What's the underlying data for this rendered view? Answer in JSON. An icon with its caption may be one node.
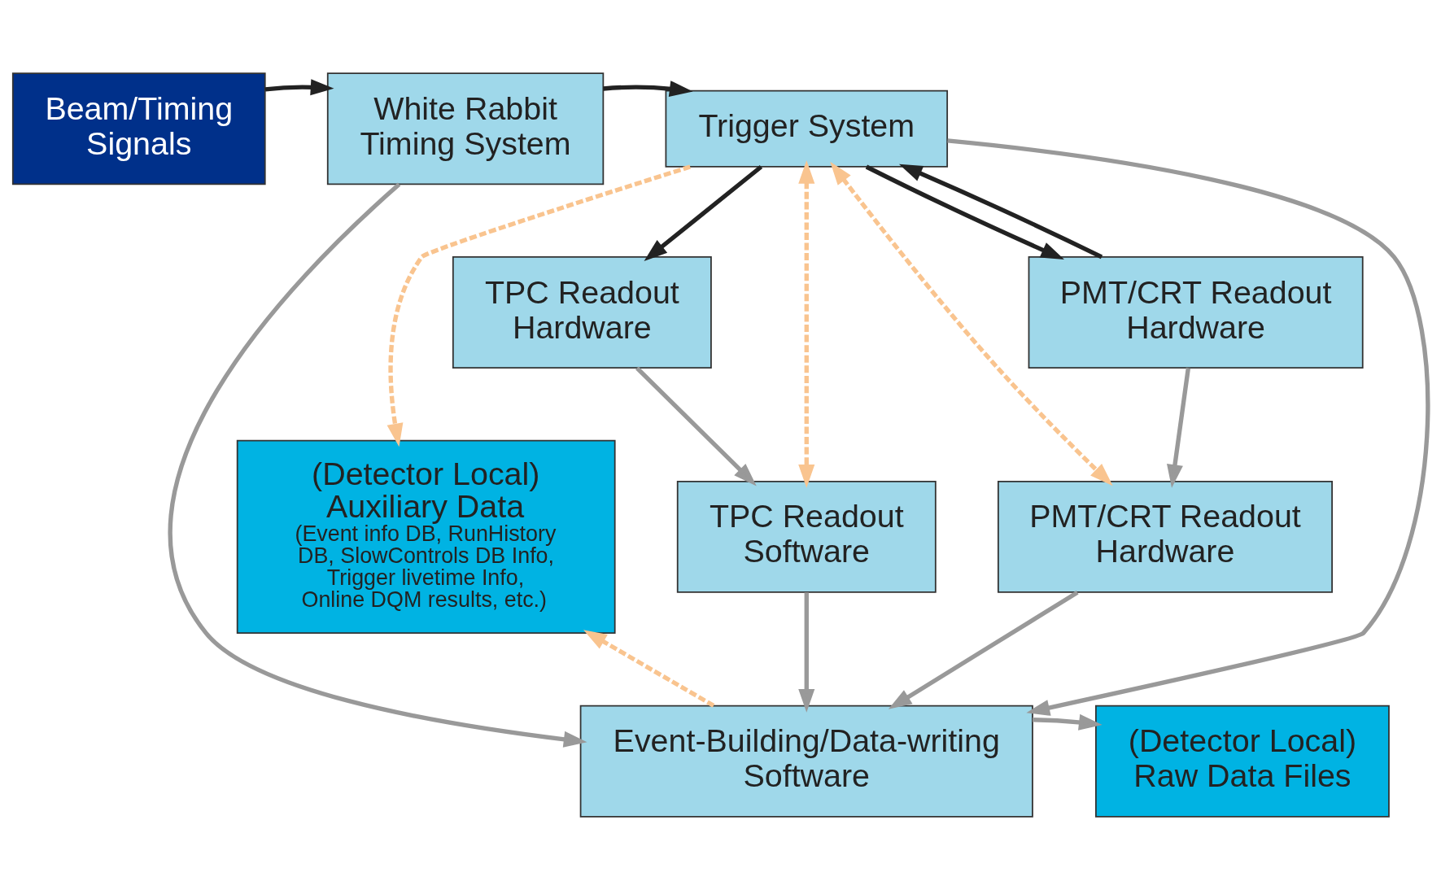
{
  "diagram": {
    "nodes": [
      {
        "text": [
          "Beam/Timing Signals"
        ]
      },
      {
        "text": [
          "White Rabbit Timing System"
        ]
      },
      {
        "text": [
          "Trigger System"
        ]
      },
      {
        "text": [
          "TPC Readout Hardware"
        ]
      },
      {
        "text": [
          "PMT/CRT Readout Hardware"
        ]
      },
      {
        "text": [
          "(Detector Local) Auxiliary Data",
          "(Event info DB, RunHistory DB, SlowControls DB Info, Trigger livetime Info, Online DQM results, etc.)"
        ]
      },
      {
        "text": [
          "TPC Readout Software"
        ]
      },
      {
        "text": [
          "PMT/CRT Readout Hardware"
        ]
      },
      {
        "text": [
          "Event-Building/Data-writing Software"
        ]
      },
      {
        "text": [
          "(Detector Local) Raw Data Files"
        ]
      }
    ],
    "edges": [
      {
        "from": 0,
        "to": 1,
        "arrow": "to",
        "color": "#222222"
      },
      {
        "from": 1,
        "to": 2,
        "arrow": "to",
        "color": "#222222"
      },
      {
        "from": 2,
        "to": 3,
        "arrow": "to",
        "color": "#222222"
      },
      {
        "from": 2,
        "to": 4,
        "arrow": "to",
        "color": "#222222"
      },
      {
        "from": 4,
        "to": 2,
        "arrow": "to",
        "color": "#222222"
      },
      {
        "from": 2,
        "to": 5,
        "arrow": "to",
        "style": "dashed",
        "color": "#f9c48f"
      },
      {
        "from": 2,
        "to": 6,
        "arrow": "both",
        "style": "dashed",
        "color": "#f9c48f"
      },
      {
        "from": 2,
        "to": 7,
        "arrow": "both",
        "style": "dashed",
        "color": "#f9c48f"
      },
      {
        "from": 3,
        "to": 6,
        "arrow": "to"
      },
      {
        "from": 4,
        "to": 7,
        "arrow": "to"
      },
      {
        "from": 6,
        "to": 8,
        "arrow": "to"
      },
      {
        "from": 7,
        "to": 8,
        "arrow": "to"
      },
      {
        "from": 1,
        "to": 8,
        "arrow": "to"
      },
      {
        "from": 2,
        "to": 8,
        "arrow": "to"
      },
      {
        "from": 8,
        "to": 5,
        "arrow": "to",
        "style": "dashed",
        "color": "#f9c48f"
      },
      {
        "from": 8,
        "to": 9,
        "arrow": "to"
      }
    ]
  }
}
